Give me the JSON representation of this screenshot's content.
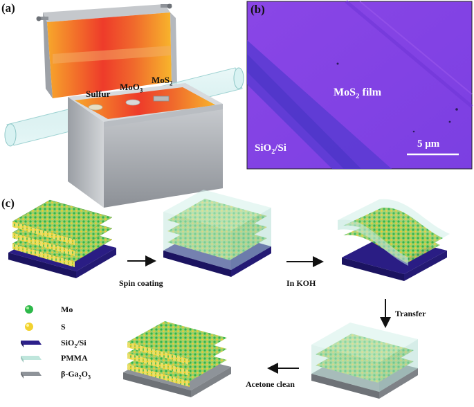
{
  "panels": {
    "a": "(a)",
    "b": "(b)",
    "c": "(c)"
  },
  "furnace": {
    "sulfur": "Sulfur",
    "moo3_base": "MoO",
    "moo3_sub": "3",
    "mos2_base": "MoS",
    "mos2_sub": "2"
  },
  "micrograph": {
    "film_base": "MoS",
    "film_sub": "2",
    "film_suffix": " film",
    "substrate_base": "SiO",
    "substrate_sub": "2",
    "substrate_suffix": "/Si",
    "scale_bar": "5 μm"
  },
  "steps": {
    "spin": "Spin coating",
    "koh": "In KOH",
    "transfer": "Transfer",
    "acetone": "Acetone clean"
  },
  "legend": [
    {
      "label_base": "Mo",
      "label_sub": "",
      "label_suffix": "",
      "icon": "mo-atom-icon",
      "color": "#2db84a"
    },
    {
      "label_base": "S",
      "label_sub": "",
      "label_suffix": "",
      "icon": "s-atom-icon",
      "color": "#f2d230"
    },
    {
      "label_base": "SiO",
      "label_sub": "2",
      "label_suffix": "/Si",
      "icon": "sio2-si-substrate-icon",
      "color": "#2c1f8a"
    },
    {
      "label_base": "PMMA",
      "label_sub": "",
      "label_suffix": "",
      "icon": "pmma-layer-icon",
      "color": "#bfe6dc"
    },
    {
      "label_base": "β-Ga",
      "label_sub": "2",
      "label_suffix": "O3",
      "icon": "ga2o3-substrate-icon",
      "color": "#8e9399"
    }
  ],
  "colors": {
    "micrograph_bg": "#7a3fe0",
    "furnace_hot": "#ee3b2a",
    "furnace_warm": "#f6a229",
    "steel": "#a9adb3"
  }
}
